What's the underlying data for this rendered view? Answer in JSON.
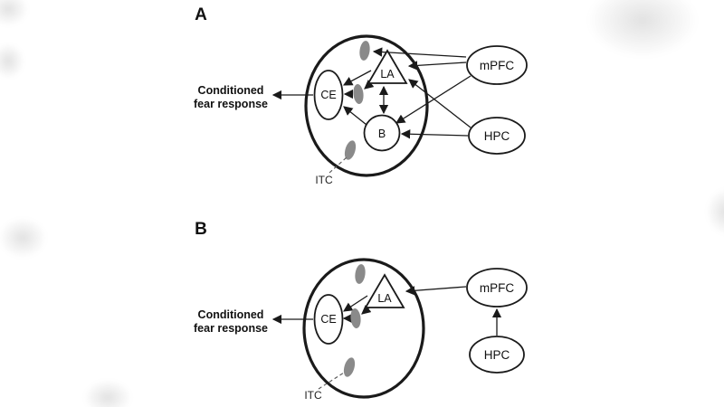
{
  "figure": {
    "panel_a": {
      "label": "A",
      "ce_label": "CE",
      "la_label": "LA",
      "b_label": "B",
      "itc_label": "ITC",
      "mpfc_label": "mPFC",
      "hpc_label": "HPC",
      "output_line1": "Conditioned",
      "output_line2": "fear response"
    },
    "panel_b": {
      "label": "B",
      "ce_label": "CE",
      "la_label": "LA",
      "itc_label": "ITC",
      "mpfc_label": "mPFC",
      "hpc_label": "HPC",
      "output_line1": "Conditioned",
      "output_line2": "fear response"
    }
  },
  "colors": {
    "line": "#1a1a1a",
    "itc_fill": "#8a8a8a",
    "shape_fill": "#ffffff",
    "background": "#ffffff"
  }
}
